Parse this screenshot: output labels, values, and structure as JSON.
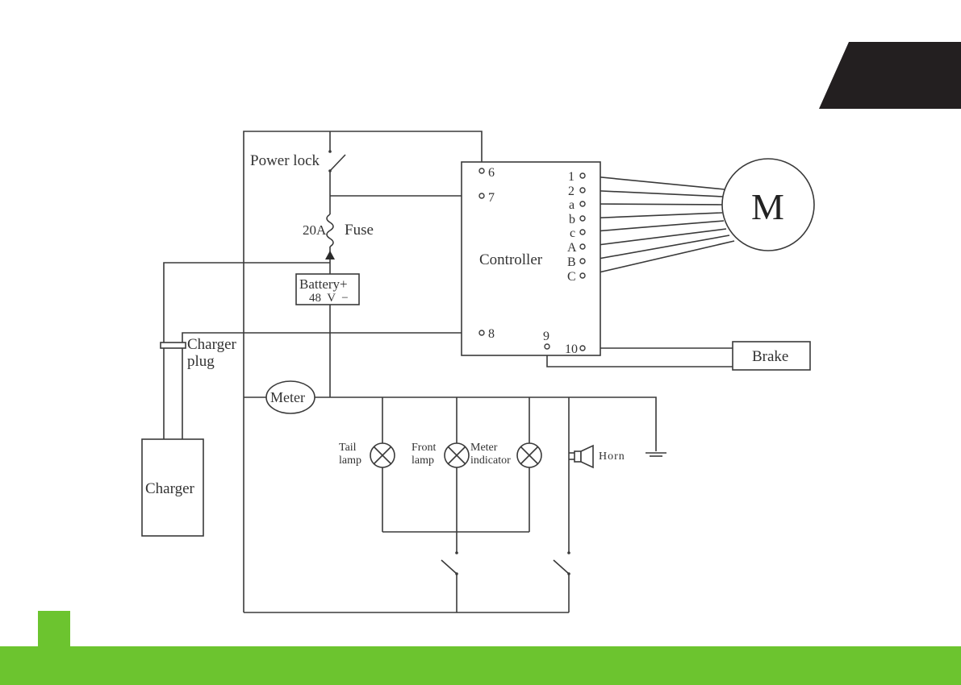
{
  "colors": {
    "accent_green": "#6cc42f",
    "corner_dark": "#231f20",
    "wire": "#3a3a3a"
  },
  "diagram": {
    "power_lock": "Power lock",
    "fuse_rating": "20A",
    "fuse_label": "Fuse",
    "battery_line1": "Battery+",
    "battery_line2": "48  V  −",
    "controller": "Controller",
    "controller_pins_left": [
      "6",
      "7",
      "8"
    ],
    "controller_pins_bottom": [
      "9",
      "10"
    ],
    "controller_pins_motor": [
      "1",
      "2",
      "a",
      "b",
      "c",
      "A",
      "B",
      "C"
    ],
    "motor": "M",
    "brake": "Brake",
    "charger_plug_line1": "Charger",
    "charger_plug_line2": "plug",
    "charger": "Charger",
    "meter": "Meter",
    "tail_lamp_line1": "Tail",
    "tail_lamp_line2": "lamp",
    "front_lamp_line1": "Front",
    "front_lamp_line2": "lamp",
    "meter_indicator_line1": "Meter",
    "meter_indicator_line2": "indicator",
    "horn": "Horn"
  }
}
